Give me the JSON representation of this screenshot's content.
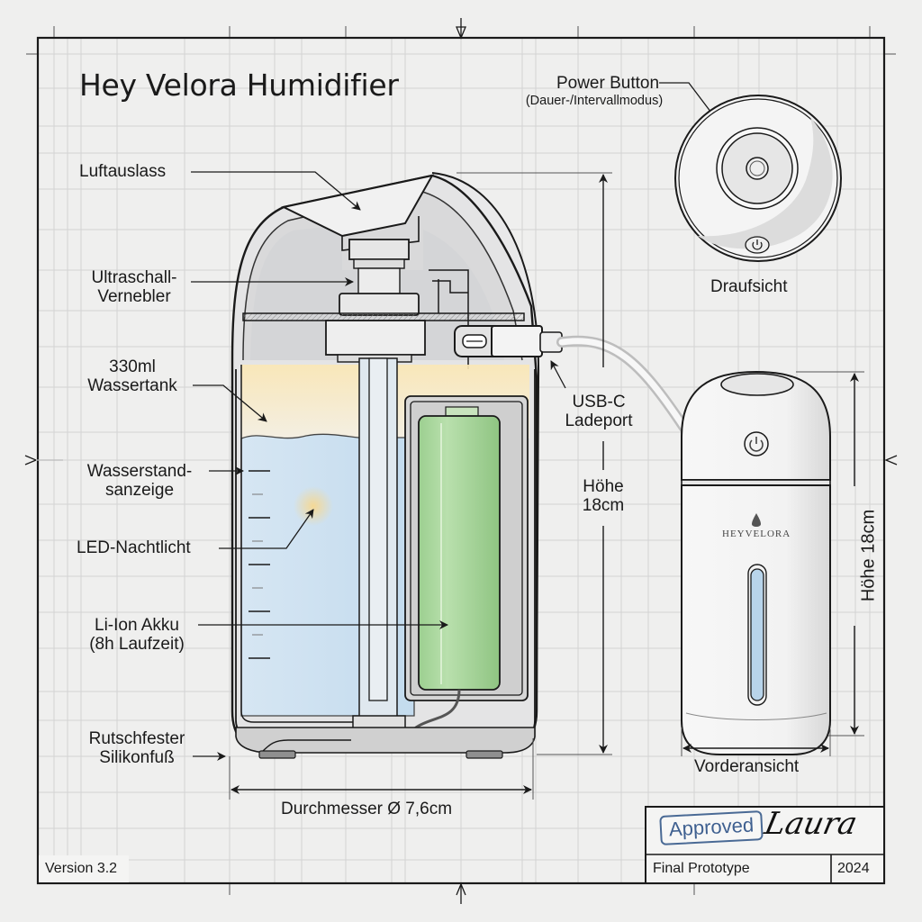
{
  "title": "Hey Velora Humidifier",
  "callouts": {
    "air_outlet": "Luftauslass",
    "nebulizer_line1": "Ultraschall-",
    "nebulizer_line2": "Vernebler",
    "tank_line1": "330ml",
    "tank_line2": "Wassertank",
    "level_line1": "Wasserstand-",
    "level_line2": "sanzeige",
    "led": "LED-Nachtlicht",
    "battery_line1": "Li-Ion Akku",
    "battery_line2": "(8h Laufzeit)",
    "foot_line1": "Rutschfester",
    "foot_line2": "Silikonfuß",
    "power_button": "Power Button",
    "power_button_mode": "(Dauer-/Intervallmodus)",
    "usb_line1": "USB-C",
    "usb_line2": "Ladeport"
  },
  "dimensions": {
    "height_line1": "Höhe",
    "height_line2": "18cm",
    "height_front": "Höhe 18cm",
    "diameter": "Durchmesser Ø 7,6cm"
  },
  "views": {
    "top_view": "Draufsicht",
    "front_view": "Vorderansicht",
    "brand": "HEYVELORA"
  },
  "title_block": {
    "version": "Version 3.2",
    "stamp": "Approved",
    "signature": "Laura",
    "status": "Final Prototype",
    "year": "2024"
  },
  "colors": {
    "water": "#c9dff0",
    "battery": "#a6d49a",
    "led_glow": "#f7d890",
    "stamp": "#4a6a95",
    "line": "#1a1a1a",
    "grid": "#cfcfcf"
  },
  "icons": [
    "power-icon",
    "water-drop-icon",
    "arrow-icon",
    "crosshair-icon"
  ]
}
